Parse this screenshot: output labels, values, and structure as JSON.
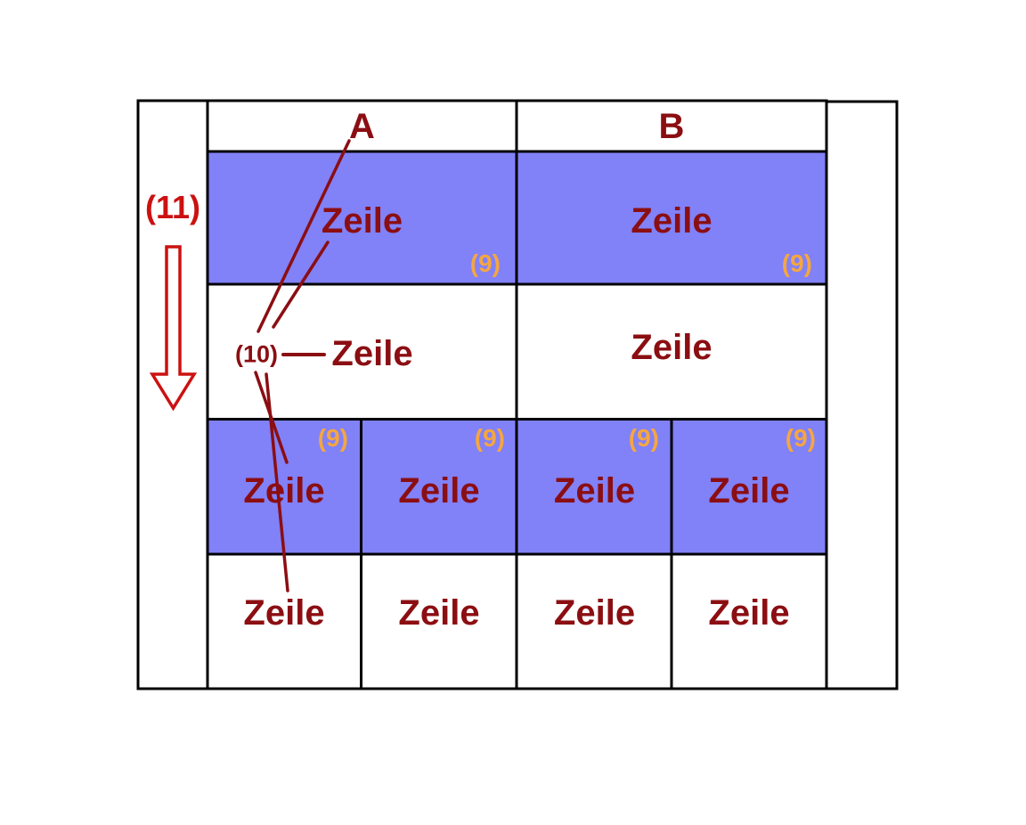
{
  "labels": {
    "col_a": "A",
    "col_b": "B",
    "direction_note": "(11)",
    "row_note": "(10)"
  },
  "colors": {
    "highlight_fill": "#8181F8",
    "text_dark_red": "#8B0E12",
    "annotation_red": "#CC1111",
    "badge_orange": "#F5A641",
    "grid_black": "#000000"
  },
  "cells": {
    "row2": [
      {
        "label": "Zeile",
        "badge": "(9)"
      },
      {
        "label": "Zeile",
        "badge": "(9)"
      }
    ],
    "row3": [
      {
        "label": "Zeile"
      },
      {
        "label": "Zeile"
      }
    ],
    "row4": [
      {
        "label": "Zeile",
        "badge": "(9)"
      },
      {
        "label": "Zeile",
        "badge": "(9)"
      },
      {
        "label": "Zeile",
        "badge": "(9)"
      },
      {
        "label": "Zeile",
        "badge": "(9)"
      }
    ],
    "row5": [
      {
        "label": "Zeile"
      },
      {
        "label": "Zeile"
      },
      {
        "label": "Zeile"
      },
      {
        "label": "Zeile"
      }
    ]
  }
}
